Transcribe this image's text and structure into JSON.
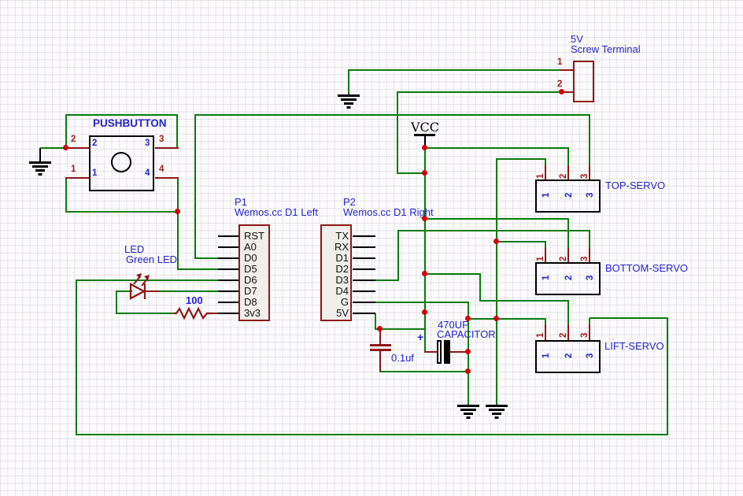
{
  "schematic": {
    "pushbutton": {
      "name": "PUSHBUTTON",
      "pin_numbers": {
        "top_left": "2",
        "top_right": "3",
        "bottom_left": "1",
        "bottom_right": "4"
      }
    },
    "p1": {
      "ref": "P1",
      "value": "Wemos.cc D1 Left",
      "pins": [
        "RST",
        "A0",
        "D0",
        "D5",
        "D6",
        "D7",
        "D8",
        "3v3"
      ]
    },
    "p2": {
      "ref": "P2",
      "value": "Wemos.cc D1 Right",
      "pins": [
        "TX",
        "RX",
        "D1",
        "D2",
        "D3",
        "D4",
        "G",
        "5V"
      ]
    },
    "screw_terminal": {
      "ref": "5V",
      "value": "Screw Terminal",
      "pins": [
        "1",
        "2"
      ]
    },
    "vcc": {
      "label": "VCC"
    },
    "led": {
      "ref": "LED",
      "value": "Green LED"
    },
    "resistor": {
      "value": "100"
    },
    "cap_electrolytic": {
      "value_line1": "470UF",
      "value_line2": "CAPACITOR",
      "polarity": "+"
    },
    "cap_ceramic": {
      "value": "0.1uf"
    },
    "servos": {
      "top": "TOP-SERVO",
      "bottom": "BOTTOM-SERVO",
      "lift": "LIFT-SERVO",
      "pins": [
        "1",
        "2",
        "3"
      ]
    }
  },
  "colors": {
    "wire_green": "#0c7c0e",
    "component_maroon": "#8f1717",
    "label_blue": "#2424cc",
    "junction_red": "#d40000",
    "header_fill": "#f1efeb",
    "background": "#fcfbfc"
  }
}
